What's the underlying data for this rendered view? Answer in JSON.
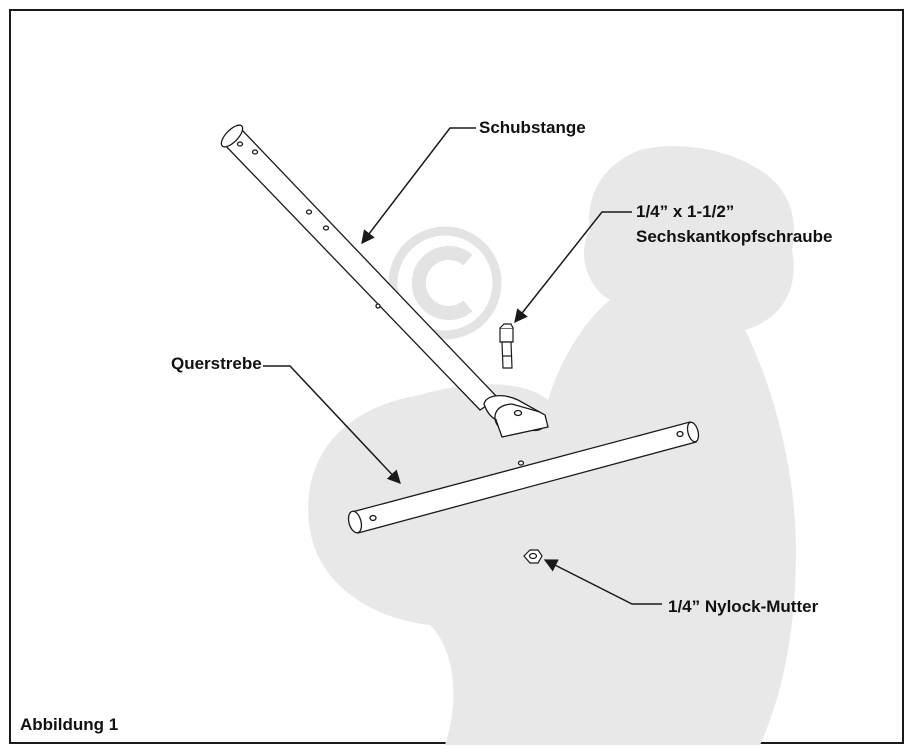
{
  "labels": {
    "push_bar": "Schubstange",
    "bolt_line1": "1/4” x 1-1/2”",
    "bolt_line2": "Sechskantkopfschraube",
    "cross_brace": "Querstrebe",
    "nut": "1/4” Nylock-Mutter",
    "figure": "Abbildung 1"
  },
  "watermark": {
    "icon": "copyright-icon",
    "color": "#e6e6e6"
  },
  "colors": {
    "stroke": "#1a1a1a",
    "fill": "#ffffff"
  }
}
